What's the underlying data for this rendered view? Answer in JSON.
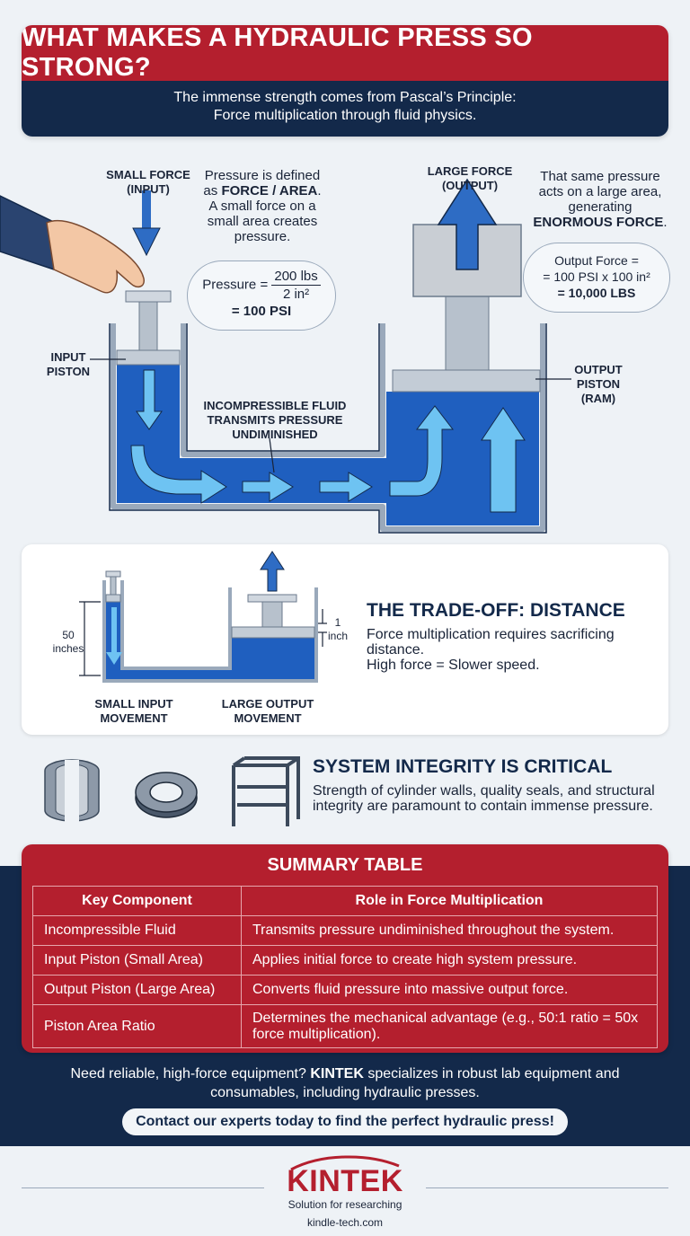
{
  "header": {
    "title": "WHAT MAKES A HYDRAULIC PRESS SO STRONG?",
    "subtitle_line1": "The immense strength comes from Pascal’s Principle:",
    "subtitle_line2": "Force multiplication through fluid physics."
  },
  "diagram": {
    "small_force_label": [
      "SMALL FORCE",
      "(INPUT)"
    ],
    "pressure_text": {
      "line1": "Pressure is defined",
      "line2_pre": "as ",
      "line2_bold": "FORCE / AREA",
      "line2_post": ".",
      "line3": "A small force on a",
      "line4": "small area creates",
      "line5": "pressure."
    },
    "pressure_formula": {
      "prefix": "Pressure =",
      "numerator": "200 lbs",
      "denominator": "2 in²",
      "result": "= 100 PSI"
    },
    "large_force_label": [
      "LARGE FORCE",
      "(OUTPUT)"
    ],
    "output_text": {
      "line1": "That same pressure",
      "line2": "acts on a large area,",
      "line3": "generating",
      "line4_bold": "ENORMOUS FORCE",
      "line4_post": "."
    },
    "output_formula": {
      "line1": "Output Force =",
      "line2": "= 100 PSI x 100 in²",
      "result": "= 10,000 LBS"
    },
    "input_piston_label": [
      "INPUT",
      "PISTON"
    ],
    "output_piston_label": [
      "OUTPUT",
      "PISTON",
      "(RAM)"
    ],
    "fluid_label": [
      "INCOMPRESSIBLE FLUID",
      "TRANSMITS PRESSURE",
      "UNDIMINISHED"
    ]
  },
  "tradeoff": {
    "input_distance": [
      "50",
      "inches"
    ],
    "output_distance": [
      "1",
      "inch"
    ],
    "small_label": [
      "SMALL INPUT",
      "MOVEMENT"
    ],
    "large_label": [
      "LARGE OUTPUT",
      "MOVEMENT"
    ],
    "title": "THE TRADE-OFF: DISTANCE",
    "line1": "Force multiplication requires sacrificing",
    "line2": "distance.",
    "line3": "High force = Slower speed."
  },
  "integrity": {
    "title": "SYSTEM INTEGRITY IS CRITICAL",
    "line1": "Strength of cylinder walls, quality seals, and structural",
    "line2": "integrity are paramount to contain immense pressure."
  },
  "summary": {
    "title": "SUMMARY TABLE",
    "headers": [
      "Key Component",
      "Role in Force Multiplication"
    ],
    "rows": [
      [
        "Incompressible Fluid",
        "Transmits pressure undiminished throughout the system."
      ],
      [
        "Input Piston (Small Area)",
        "Applies initial force to create high system pressure."
      ],
      [
        "Output Piston (Large Area)",
        "Converts fluid pressure into massive output force."
      ],
      [
        "Piston Area Ratio",
        "Determines the mechanical advantage (e.g., 50:1 ratio = 50x force multiplication)."
      ]
    ]
  },
  "promo": {
    "pre": "Need reliable, high-force equipment? ",
    "brand": "KINTEK",
    "post": " specializes in robust lab equipment and consumables, including hydraulic presses."
  },
  "cta": "Contact our experts today to find the perfect hydraulic press!",
  "footer": {
    "logo": "KINTEK",
    "tagline": "Solution for researching",
    "site": "kindle-tech.com"
  },
  "colors": {
    "brand_red": "#b41f2e",
    "navy": "#13294a",
    "fluid_blue": "#1f5fbf",
    "arrow_blue": "#2e6cc4",
    "light_arrow": "#6ec3f2"
  }
}
